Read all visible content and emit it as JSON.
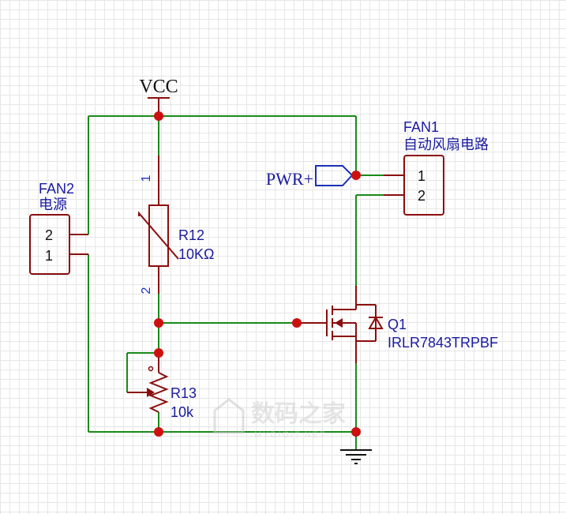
{
  "power": {
    "vcc_label": "VCC",
    "net_label": "PWR+"
  },
  "fan2": {
    "designator": "FAN2",
    "name": "电源",
    "pin_top": "2",
    "pin_bottom": "1"
  },
  "fan1": {
    "designator": "FAN1",
    "name": "自动风扇电路",
    "pin_top": "1",
    "pin_bottom": "2"
  },
  "r12": {
    "designator": "R12",
    "value": "10KΩ",
    "pin_top": "1",
    "pin_bottom": "2"
  },
  "r13": {
    "designator": "R13",
    "value": "10k"
  },
  "q1": {
    "designator": "Q1",
    "part": "IRLR7843TRPBF"
  },
  "watermark": {
    "text": "数码之家",
    "sub": "MYDIGIT.NET"
  },
  "colors": {
    "wire": "#1a8a1a",
    "component": "#8a0d0d",
    "junction": "#cc1010",
    "net_flag": "#1b2fb8",
    "label_text": "#1a1aa0"
  }
}
